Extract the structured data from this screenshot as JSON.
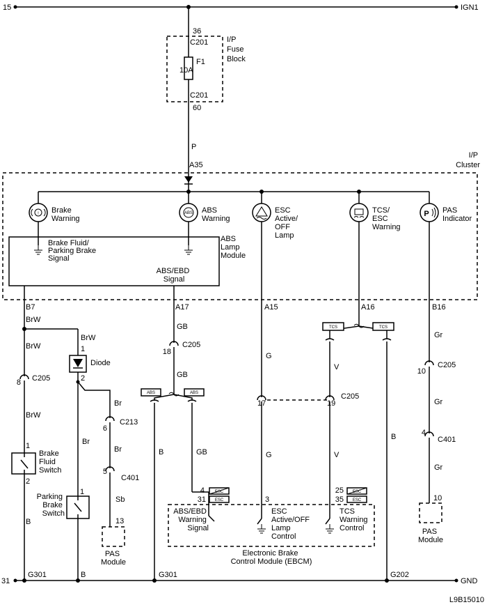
{
  "rails": {
    "top_left": "15",
    "top_right": "IGN1",
    "bottom_left": "31",
    "bottom_right": "GND"
  },
  "fuse": {
    "pin_top": "36",
    "conn_top": "C201",
    "name": "F1",
    "rating": "10A",
    "conn_bottom": "C201",
    "pin_bottom": "60",
    "block_lines": [
      "I/P",
      "Fuse",
      "Block"
    ]
  },
  "feed": {
    "wire": "P",
    "pin": "A35"
  },
  "cluster": {
    "title_lines": [
      "I/P",
      "Cluster"
    ],
    "indicators": [
      {
        "icon": "brake-warning-icon",
        "lines": [
          "Brake",
          "Warning"
        ]
      },
      {
        "icon": "abs-warning-icon",
        "lines": [
          "ABS",
          "Warning"
        ]
      },
      {
        "icon": "esc-off-icon",
        "lines": [
          "ESC",
          "Active/",
          "OFF",
          "Lamp"
        ]
      },
      {
        "icon": "tcs-esc-icon",
        "lines": [
          "TCS/",
          "ESC",
          "Warning"
        ]
      },
      {
        "icon": "pas-icon",
        "lines": [
          "PAS",
          "Indicator"
        ]
      }
    ],
    "abs_module_lines": [
      "ABS",
      "Lamp",
      "Module"
    ],
    "brake_signal_lines": [
      "Brake Fluid/",
      "Parking Brake",
      "Signal"
    ],
    "abs_ebd_signal_lines": [
      "ABS/EBD",
      "Signal"
    ],
    "pins": [
      "B7",
      "A17",
      "A15",
      "A16",
      "B16"
    ]
  },
  "wires": {
    "left": [
      "BrW",
      "BrW",
      "BrW",
      "BrW",
      "B",
      "B"
    ],
    "diode_branch": [
      "Br",
      "Br",
      "Br",
      "Sb"
    ],
    "abs": [
      "GB",
      "GB",
      "B",
      "GB"
    ],
    "esc": [
      "G",
      "G"
    ],
    "tcs": [
      "V",
      "V"
    ],
    "b_ground": "B",
    "pas": [
      "Gr",
      "Gr",
      "Gr"
    ]
  },
  "connectors": {
    "c205_left": {
      "pin": "8",
      "name": "C205"
    },
    "c205_abs": {
      "pin": "18",
      "name": "C205"
    },
    "c205_esc": {
      "pin": "17"
    },
    "c205_tcs": {
      "pin": "19",
      "name": "C205"
    },
    "c205_pas": {
      "pin": "10",
      "name": "C205"
    },
    "c213": {
      "pin": "6",
      "name": "C213"
    },
    "c401_sb": {
      "pin": "5",
      "name": "C401"
    },
    "c401_pas": {
      "pin": "4",
      "name": "C401"
    }
  },
  "diode": {
    "label": "Diode",
    "pin1": "1",
    "pin2": "2"
  },
  "brake_switch": {
    "lines": [
      "Brake",
      "Fluid",
      "Switch"
    ],
    "pin1": "1",
    "pin2": "2"
  },
  "park_switch": {
    "lines": [
      "Parking",
      "Brake",
      "Switch"
    ],
    "pin1": "1"
  },
  "pas_module_lines": [
    "PAS",
    "Module"
  ],
  "pas_module_pins": {
    "left": "13",
    "right": "10"
  },
  "variant_tags": {
    "abs": "ABS",
    "esc": "ESC",
    "tcs": "TCS"
  },
  "ebcm": {
    "title_lines": [
      "Electronic Brake",
      "Control Module (EBCM)"
    ],
    "abs_lines": [
      "ABS/EBD",
      "Warning",
      "Signal"
    ],
    "esc_lines": [
      "ESC",
      "Active/OFF",
      "Lamp",
      "Control"
    ],
    "tcs_lines": [
      "TCS",
      "Warning",
      "Control"
    ],
    "pins_abs": [
      "4",
      "31"
    ],
    "pin_esc": "3",
    "pins_tcs": [
      "25",
      "35"
    ]
  },
  "grounds": [
    "G301",
    "G301",
    "G202"
  ],
  "figure_id": "L9B15010"
}
